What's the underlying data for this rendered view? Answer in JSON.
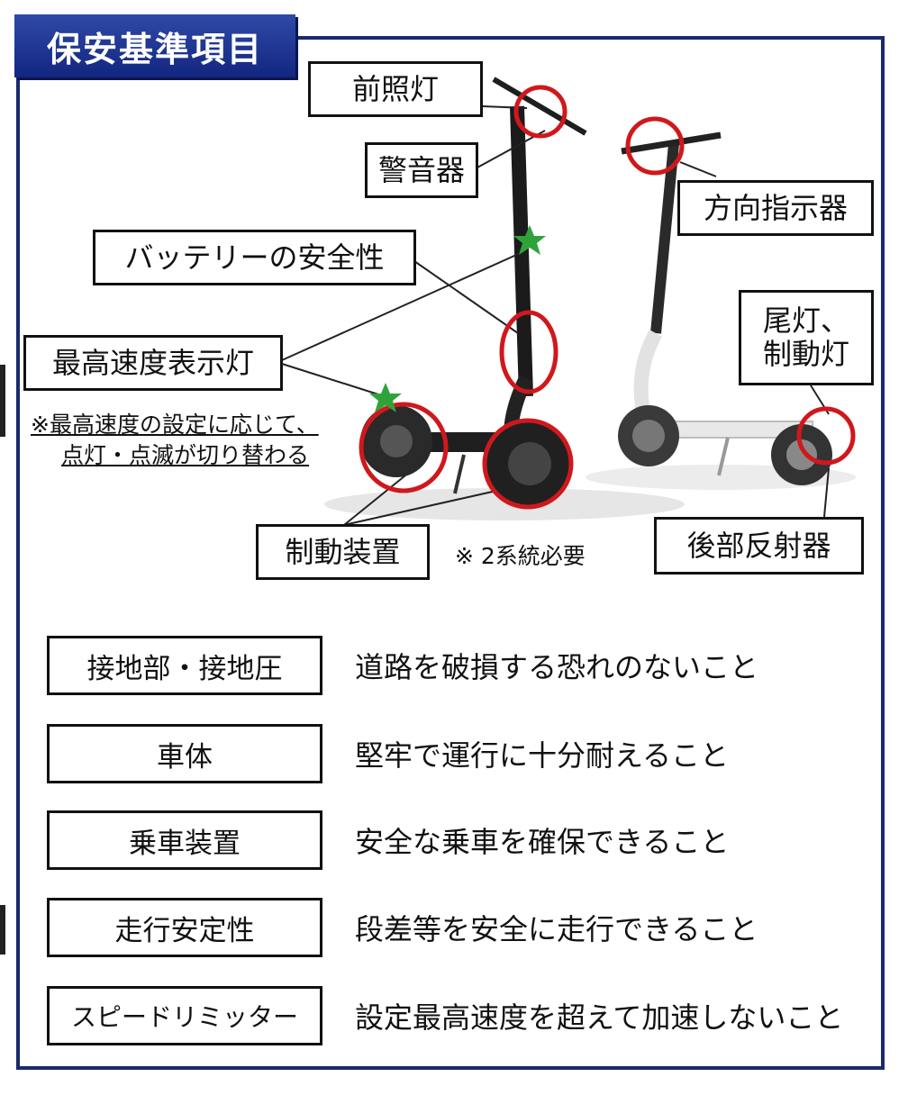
{
  "title": "保安基準項目",
  "labels": {
    "headlight": "前照灯",
    "horn": "警音器",
    "turn_signal": "方向指示器",
    "battery": "バッテリーの安全性",
    "tail_line1": "尾灯、",
    "tail_line2": "制動灯",
    "speed_light": "最高速度表示灯",
    "brake": "制動装置",
    "rear_reflector": "後部反射器"
  },
  "notes": {
    "speed_line1": "※最高速度の設定に応じて、",
    "speed_line2": "点灯・点滅が切り替わる",
    "brake": "※ 2系統必要"
  },
  "requirements": [
    {
      "name": "接地部・接地圧",
      "desc": "道路を破損する恐れのないこと"
    },
    {
      "name": "車体",
      "desc": "堅牢で運行に十分耐えること"
    },
    {
      "name": "乗車装置",
      "desc": "安全な乗車を確保できること"
    },
    {
      "name": "走行安定性",
      "desc": "段差等を安全に走行できること"
    },
    {
      "name": "スピードリミッター",
      "desc": "設定最高速度を超えて加速しないこと"
    }
  ],
  "colors": {
    "frame": "#1a2a6e",
    "title_bg": "#1f3590",
    "highlight_circle": "#d0181c",
    "star": "#2fa33a"
  }
}
